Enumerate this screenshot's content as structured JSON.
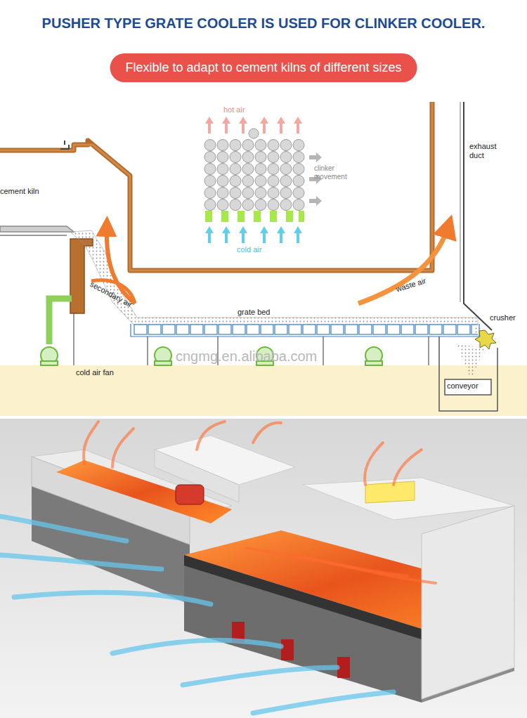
{
  "diagram": {
    "title": "PUSHER TYPE GRATE COOLER IS USED FOR CLINKER COOLER.",
    "nodes": [
      {
        "text": [
          "Flexible to adapt to cement kilns of different sizes"
        ]
      }
    ],
    "labels": [
      "hot air",
      "clinker movement",
      "cold air",
      "cement kiln",
      "secondary air",
      "grate bed",
      "waste air",
      "exhaust duct",
      "crusher",
      "cold air fan",
      "cngmg.en.alibaba.com",
      "conveyor"
    ]
  }
}
